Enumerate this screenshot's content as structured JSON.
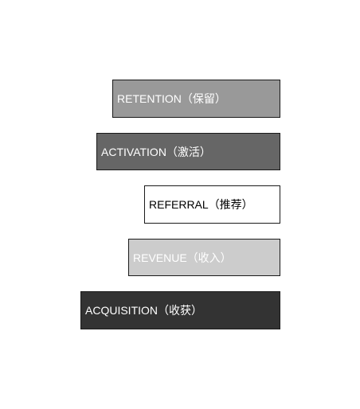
{
  "stages": [
    {
      "key": "retention",
      "label": "RETENTION（保留）",
      "fill": "#999999",
      "text_color": "#ffffff"
    },
    {
      "key": "activation",
      "label": "ACTIVATION（激活）",
      "fill": "#666666",
      "text_color": "#ffffff"
    },
    {
      "key": "referral",
      "label": "REFERRAL（推荐）",
      "fill": "#ffffff",
      "text_color": "#000000"
    },
    {
      "key": "revenue",
      "label": "REVENUE（收入）",
      "fill": "#cccccc",
      "text_color": "#ffffff"
    },
    {
      "key": "acquisition",
      "label": "ACQUISITION（收获）",
      "fill": "#333333",
      "text_color": "#ffffff"
    }
  ]
}
